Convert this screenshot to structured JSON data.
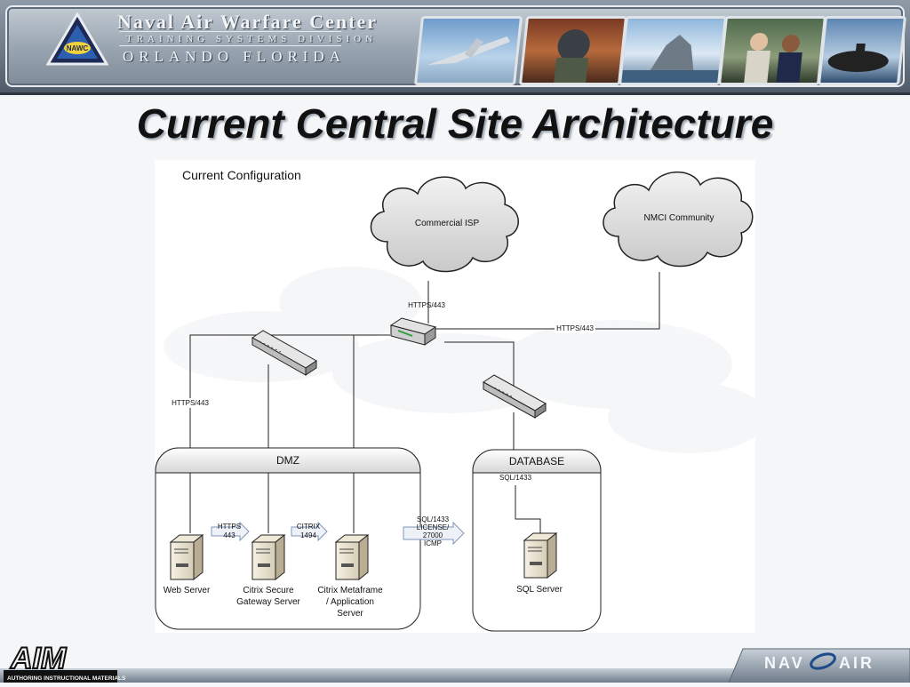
{
  "banner": {
    "org_name": "Naval Air Warfare Center",
    "division": "TRAINING SYSTEMS DIVISION",
    "location": "ORLANDO FLORIDA",
    "badge_text": "NAWC"
  },
  "slide": {
    "title": "Current Central Site Architecture"
  },
  "diagram": {
    "caption": "Current Configuration",
    "clouds": {
      "isp": "Commercial ISP",
      "nmci": "NMCI Community"
    },
    "links": {
      "isp_to_router": "HTTPS/443",
      "nmci_to_router": "HTTPS/443",
      "switch_to_web": "HTTPS/443",
      "web_to_gateway": [
        "HTTPS",
        "443"
      ],
      "gateway_to_metaframe": [
        "CITRIX",
        "1494"
      ],
      "dmz_to_database": [
        "SQL/1433",
        "LICENSE/",
        "27000",
        "ICMP"
      ],
      "db_switch_to_sql": "SQL/1433"
    },
    "zones": {
      "dmz": "DMZ",
      "database": "DATABASE"
    },
    "servers": {
      "web": [
        "Web Server"
      ],
      "gateway": [
        "Citrix Secure",
        "Gateway Server"
      ],
      "metaframe": [
        "Citrix Metaframe",
        "/ Application",
        "Server"
      ],
      "sql": [
        "SQL Server"
      ]
    }
  },
  "footer": {
    "left_logo": "AIM",
    "left_logo_sub": "AUTHORING INSTRUCTIONAL MATERIALS",
    "right_logo_left": "NAV",
    "right_logo_right": "AIR"
  }
}
